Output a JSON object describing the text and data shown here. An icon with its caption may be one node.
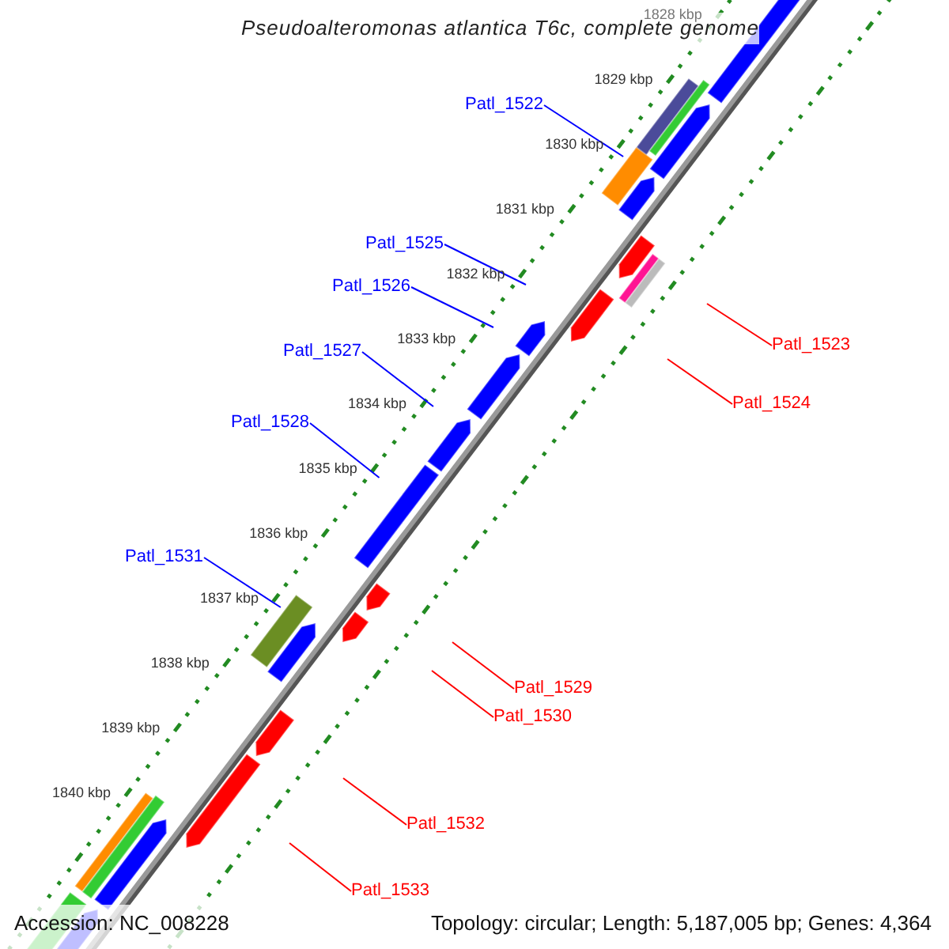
{
  "diagram": {
    "title": "Pseudoalteromonas atlantica T6c, complete genome",
    "nodes": [
      {
        "text": [
          "Patl_1522"
        ]
      },
      {
        "text": [
          "Patl_1525"
        ]
      },
      {
        "text": [
          "Patl_1526"
        ]
      },
      {
        "text": [
          "Patl_1523"
        ]
      },
      {
        "text": [
          "Patl_1527"
        ]
      },
      {
        "text": [
          "Patl_1524"
        ]
      },
      {
        "text": [
          "Patl_1528"
        ]
      },
      {
        "text": [
          "Patl_1531"
        ]
      },
      {
        "text": [
          "Patl_1529"
        ]
      },
      {
        "text": [
          "Patl_1530"
        ]
      },
      {
        "text": [
          "Patl_1532"
        ]
      },
      {
        "text": [
          "Patl_1533"
        ]
      }
    ],
    "edges": [
      {
        "from": 0,
        "to": null,
        "arrow": "none"
      },
      {
        "from": 1,
        "to": null,
        "arrow": "none"
      },
      {
        "from": 2,
        "to": null,
        "arrow": "none"
      },
      {
        "from": 3,
        "to": null,
        "arrow": "none",
        "color": "#ff0000"
      },
      {
        "from": 4,
        "to": null,
        "arrow": "none"
      },
      {
        "from": 5,
        "to": null,
        "arrow": "none",
        "color": "#ff0000"
      },
      {
        "from": 6,
        "to": null,
        "arrow": "none"
      },
      {
        "from": 7,
        "to": null,
        "arrow": "none"
      },
      {
        "from": 8,
        "to": null,
        "arrow": "none",
        "color": "#ff0000"
      },
      {
        "from": 9,
        "to": null,
        "arrow": "none",
        "color": "#ff0000"
      },
      {
        "from": 10,
        "to": null,
        "arrow": "none",
        "color": "#ff0000"
      },
      {
        "from": 11,
        "to": null,
        "arrow": "none",
        "color": "#ff0000"
      }
    ],
    "labels": [
      "1828 kbp",
      "1829 kbp",
      "1830 kbp",
      "1831 kbp",
      "1832 kbp",
      "1833 kbp",
      "1834 kbp",
      "1835 kbp",
      "1836 kbp",
      "1837 kbp",
      "1838 kbp",
      "1839 kbp",
      "1840 kbp",
      "Accession: NC_008228",
      "Topology: circular; Length: 5,187,005 bp; Genes: 4,364"
    ]
  }
}
